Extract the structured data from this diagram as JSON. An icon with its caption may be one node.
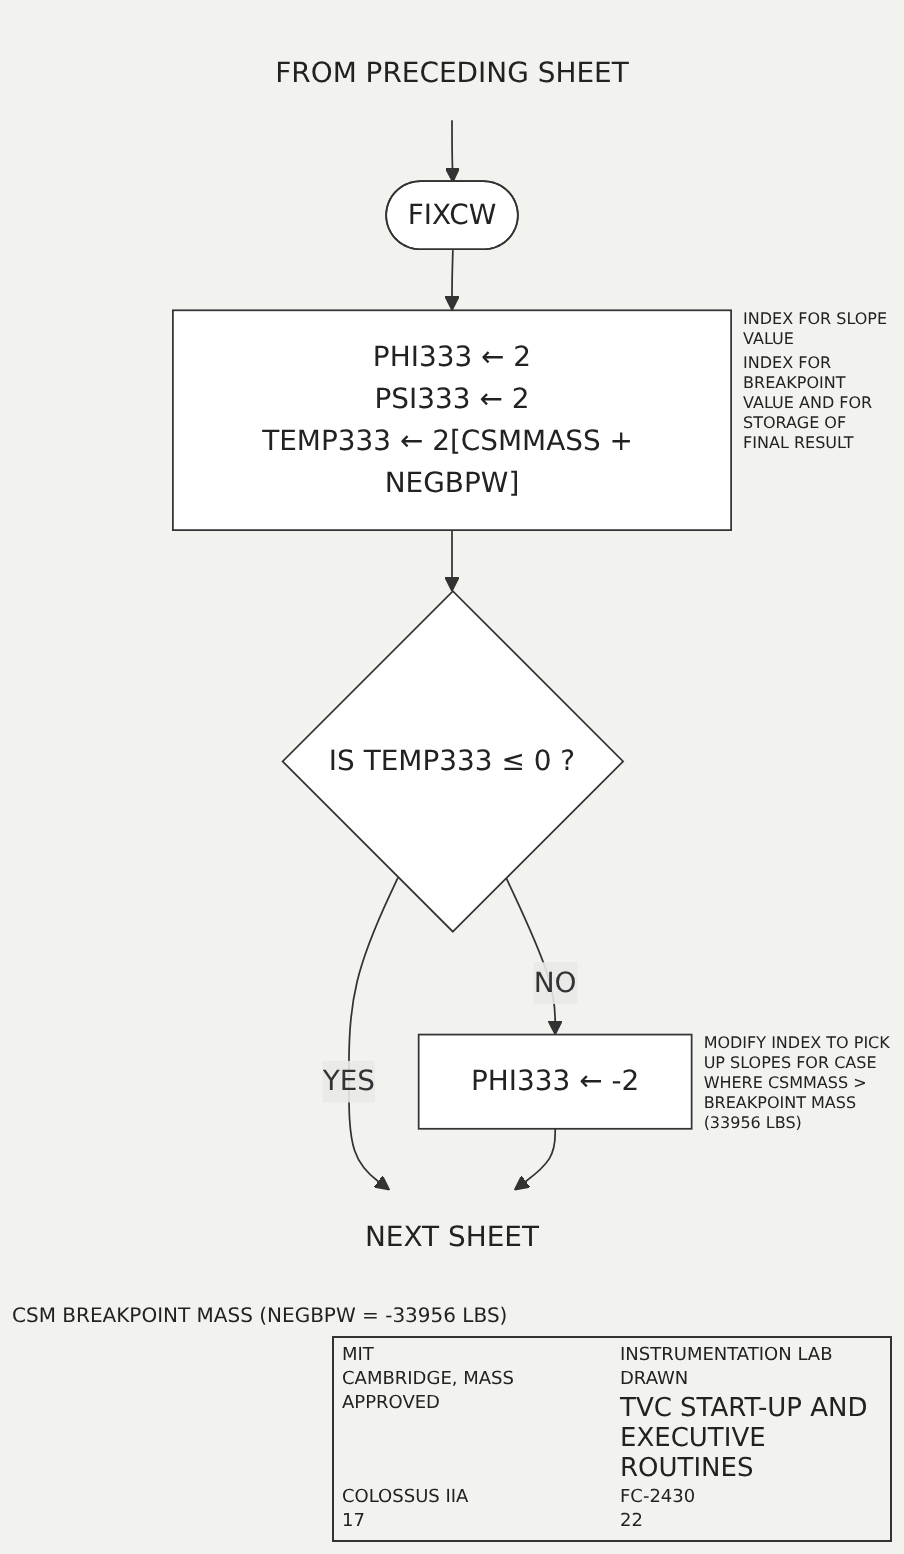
{
  "diagram": {
    "title": "TVC START-UP AND EXECUTIVE ROUTINES",
    "nodes": [
      {
        "text": [
          "FROM PRECEDING SHEET"
        ]
      },
      {
        "text": [
          "FIXCW"
        ]
      },
      {
        "text": [
          "PHI333 ← 2",
          "PSI333 ← 2",
          "TEMP333 ← 2[CSMMASS + NEGBPW]"
        ],
        "beside": [
          "INDEX FOR SLOPE VALUE",
          "INDEX FOR BREAKPOINT VALUE AND FOR STORAGE OF FINAL RESULT"
        ]
      },
      {
        "text": [
          "IS TEMP333 ≤ 0 ?"
        ]
      },
      {
        "text": [
          "PHI333 ← -2"
        ],
        "beside": [
          "MODIFY INDEX TO PICK UP SLOPES FOR CASE WHERE CSMMASS > BREAKPOINT MASS (33956 LBS)"
        ]
      },
      {
        "text": [
          "NEXT SHEET"
        ]
      }
    ],
    "edges": [
      {
        "from": 0,
        "to": 1,
        "arrow": "to"
      },
      {
        "from": 1,
        "to": 2,
        "arrow": "to"
      },
      {
        "from": 2,
        "to": 3,
        "arrow": "to"
      },
      {
        "from": 3,
        "to": 4,
        "arrow": "to",
        "label": "NO"
      },
      {
        "from": 3,
        "to": 5,
        "arrow": "to",
        "label": "YES"
      },
      {
        "from": 4,
        "to": 5,
        "arrow": "to"
      }
    ],
    "labels": [
      "CSM BREAKPOINT MASS (NEGBPW = -33956 LBS)",
      "MIT",
      "INSTRUMENTATION LAB",
      "CAMBRIDGE, MASS",
      "DRAWN",
      "APPROVED",
      "COLOSSUS IIA",
      "FC-2430",
      "17",
      "22"
    ]
  }
}
